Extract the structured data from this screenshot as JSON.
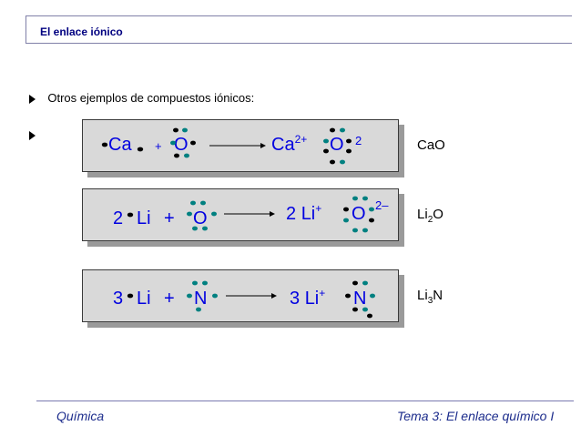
{
  "header": {
    "title": "El enlace iónico"
  },
  "bullets": [
    {
      "text": "Otros ejemplos de compuestos iónicos:"
    },
    {
      "text": ""
    }
  ],
  "reactions": [
    {
      "r1": "Ca",
      "plus": "+",
      "r2": "O",
      "p1": "Ca",
      "p1_charge": "2+",
      "p2": "O",
      "p2_charge": "2",
      "product": "CaO"
    },
    {
      "coef": "2",
      "r1": "Li",
      "plus": "+",
      "r2": "O",
      "p_coef": "2",
      "p1": "Li",
      "p1_charge": "+",
      "p2": "O",
      "p2_charge": "2–",
      "product_main": "Li",
      "product_sub": "2",
      "product_tail": "O"
    },
    {
      "coef": "3",
      "r1": "Li",
      "plus": "+",
      "r2": "N",
      "p_coef": "3",
      "p1": "Li",
      "p1_charge": "+",
      "p2": "N",
      "product_main": "Li",
      "product_sub": "3",
      "product_tail": "N"
    }
  ],
  "footer": {
    "left": "Química",
    "right": "Tema 3: El enlace químico I"
  },
  "colors": {
    "formula": "#0000e0",
    "electron_teal": "#008080",
    "electron_black": "#000000",
    "box": "#d9d9d9",
    "footer": "#1c2c8c"
  }
}
